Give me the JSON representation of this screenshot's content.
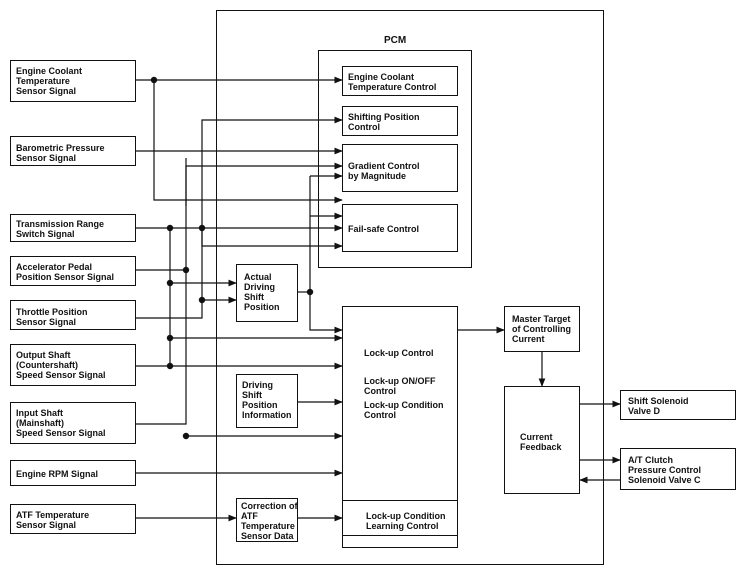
{
  "pcm_label": "PCM",
  "inputs": {
    "ect": "Engine Coolant\nTemperature\nSensor Signal",
    "baro": "Barometric Pressure\nSensor Signal",
    "trs": "Transmission Range\nSwitch Signal",
    "app": "Accelerator Pedal\nPosition Sensor Signal",
    "tps": "Throttle Position\nSensor Signal",
    "oss": "Output Shaft\n(Countershaft)\nSpeed Sensor Signal",
    "iss": "Input Shaft\n(Mainshaft)\nSpeed Sensor Signal",
    "rpm": "Engine RPM Signal",
    "atf": "ATF Temperature\nSensor Signal"
  },
  "internal": {
    "ect_control": "Engine Coolant\nTemperature Control",
    "shift_pos_control": "Shifting Position\nControl",
    "gradient_control": "Gradient Control\nby Magnitude",
    "failsafe": "Fail-safe Control",
    "actual_shift": "Actual\nDriving\nShift\nPosition",
    "driving_shift_info": "Driving\nShift\nPosition\nInformation",
    "atf_correction": "Correction of\nATF\nTemperature\nSensor Data",
    "lockup_control": "Lock-up Control",
    "lockup_onoff": "Lock-up ON/OFF\nControl",
    "lockup_condition": "Lock-up Condition\nControl",
    "lockup_learning": "Lock-up Condition\nLearning Control",
    "master_target": "Master Target\nof Controlling\nCurrent",
    "current_feedback": "Current\nFeedback"
  },
  "outputs": {
    "shift_solenoid": "Shift Solenoid\nValve D",
    "clutch_solenoid": "A/T Clutch\nPressure Control\nSolenoid Valve C"
  }
}
